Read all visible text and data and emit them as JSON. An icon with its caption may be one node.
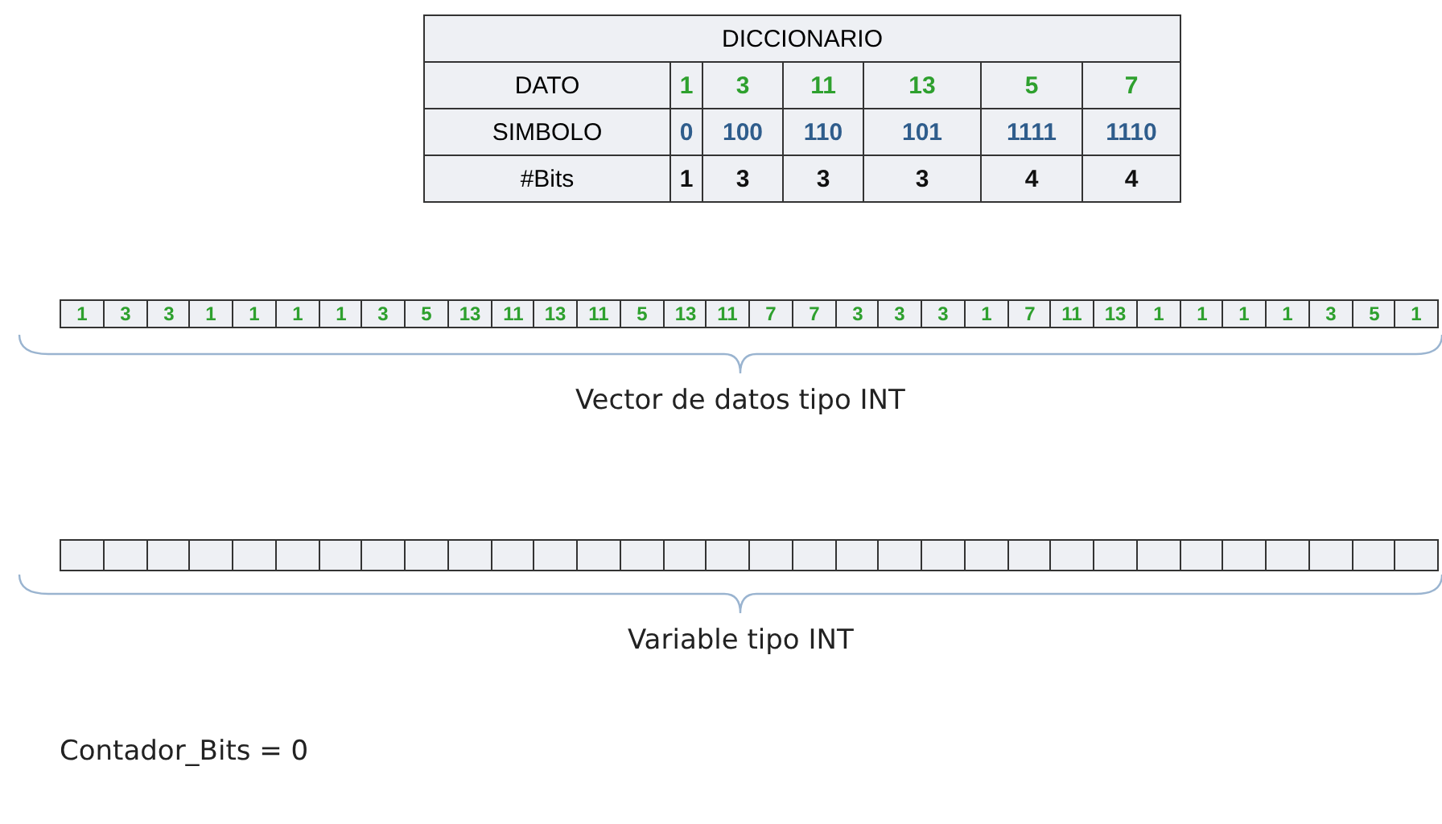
{
  "diagram": {
    "labels": [
      "DICCIONARIO",
      "DATO",
      "1",
      "3",
      "11",
      "13",
      "5",
      "7",
      "SIMBOLO",
      "0",
      "100",
      "110",
      "101",
      "1111",
      "1110",
      "#Bits",
      "1",
      "3",
      "3",
      "3",
      "4",
      "4",
      "1",
      "3",
      "3",
      "1",
      "1",
      "1",
      "1",
      "3",
      "5",
      "13",
      "11",
      "13",
      "11",
      "5",
      "13",
      "11",
      "7",
      "7",
      "3",
      "3",
      "3",
      "1",
      "7",
      "11",
      "13",
      "1",
      "1",
      "1",
      "1",
      "3",
      "5",
      "1",
      "Vector de datos tipo INT",
      "Variable tipo INT",
      "Contador_Bits = 0"
    ]
  }
}
